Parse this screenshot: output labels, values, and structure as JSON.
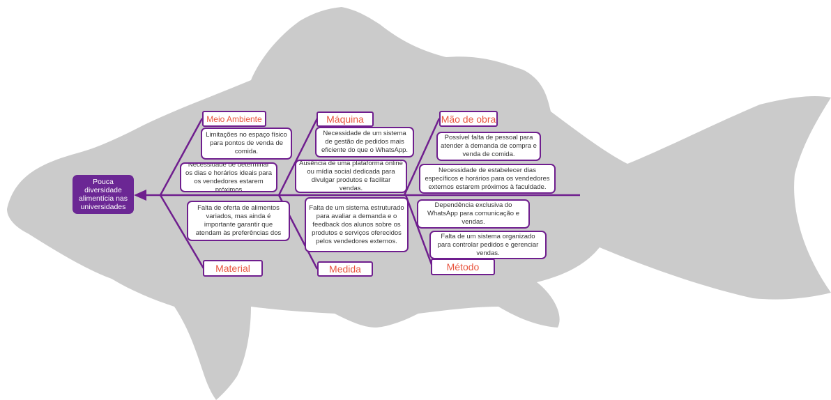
{
  "colors": {
    "fish": "#cbcbcb",
    "line": "#6f1e8e",
    "head_fill": "#6b2794",
    "category_text": "#e8553f"
  },
  "problem": "Pouca diversidade alimentícia nas universidades",
  "categories": {
    "meio_ambiente": "Meio Ambiente",
    "maquina": "Máquina",
    "mao_de_obra": "Mão de obra",
    "material": "Material",
    "medida": "Medida",
    "metodo": "Método"
  },
  "causes": {
    "c1": "Limitações no espaço físico para pontos de venda de comida.",
    "c2": "Necessidade de determinar os dias e horários ideais para os vendedores estarem próximos",
    "c3": "Necessidade de um sistema de gestão de pedidos mais eficiente do que o WhatsApp.",
    "c4": "Ausência de uma plataforma online ou mídia social dedicada para divulgar produtos e facilitar vendas.",
    "c5": "Possível falta de pessoal para atender à demanda de compra e venda de comida.",
    "c6": "Necessidade de estabelecer dias específicos e horários para os vendedores externos estarem próximos à faculdade.",
    "c7": "Falta de oferta de alimentos variados, mas ainda é importante garantir que atendam às preferências dos",
    "c8": "Falta de um sistema estruturado para avaliar a demanda e o feedback dos alunos sobre os produtos e serviços oferecidos pelos vendedores externos.",
    "c9": "Dependência exclusiva do WhatsApp para comunicação e vendas.",
    "c10": "Falta de um sistema organizado para controlar pedidos e gerenciar vendas."
  }
}
